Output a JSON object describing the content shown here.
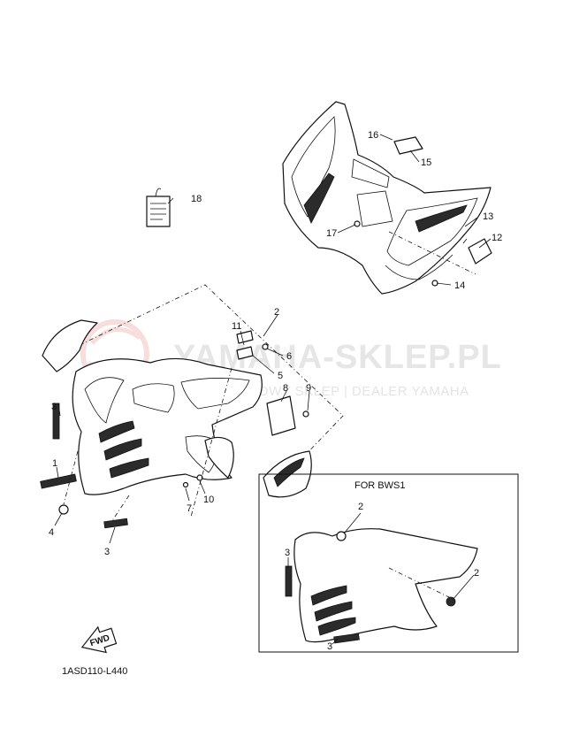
{
  "watermark": {
    "brand": "YAMAHA-SKLEP.PL",
    "tagline": "OBJUCIOWY SKLEP | DEALER YAMAHA"
  },
  "callouts": {
    "c1": "1",
    "c2": "2",
    "c3": "3",
    "c4": "4",
    "c5": "5",
    "c6": "6",
    "c7": "7",
    "c8": "8",
    "c9": "9",
    "c10": "10",
    "c11": "11",
    "c12": "12",
    "c13": "13",
    "c14": "14",
    "c15": "15",
    "c16": "16",
    "c17": "17",
    "c18": "18"
  },
  "inset": {
    "title": "FOR BWS1",
    "callouts": {
      "a": "2",
      "b": "2",
      "c": "3",
      "d": "3"
    }
  },
  "fwd_arrow_label": "FWD",
  "diagram_code": "1ASD110-L440"
}
